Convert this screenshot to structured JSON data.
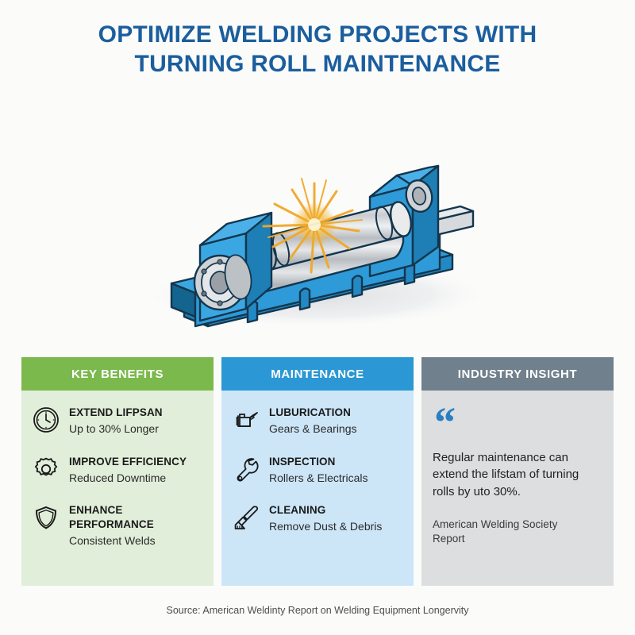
{
  "title": {
    "line1": "OPTIMIZE WELDING PROJECTS WITH",
    "line2": "TURNING ROLL MAINTENANCE",
    "color": "#1b5e9e"
  },
  "illustration": {
    "name": "turning-roll-machine-illustration",
    "body_color": "#2e9ad8",
    "body_dark_color": "#1d7fb5",
    "body_darkest_color": "#17658f",
    "roller_color": "#d8dadd",
    "spark_color": "#f0a82a",
    "outline_color": "#13364d",
    "shadow_color": "#e3e5e7"
  },
  "panels": [
    {
      "key": "key-benefits",
      "header": "KEY BENEFITS",
      "header_color": "#7cb94d",
      "body_color": "#e1eed9",
      "features": [
        {
          "icon": "clock-icon",
          "title": "EXTEND LIFPSAN",
          "subtitle": "Up to 30% Longer"
        },
        {
          "icon": "gear-icon",
          "title": "IMPROVE EFFICIENCY",
          "subtitle": "Reduced Downtime"
        },
        {
          "icon": "shield-icon",
          "title": "ENHANCE PERFORMANCE",
          "subtitle": "Consistent Welds"
        }
      ]
    },
    {
      "key": "maintenance",
      "header": "MAINTENANCE",
      "header_color": "#2b97d4",
      "body_color": "#cce6f8",
      "features": [
        {
          "icon": "oil-can-icon",
          "title": "LUBURICATION",
          "subtitle": "Gears & Bearings"
        },
        {
          "icon": "wrench-icon",
          "title": "INSPECTION",
          "subtitle": "Rollers & Electricals"
        },
        {
          "icon": "brush-icon",
          "title": "CLEANING",
          "subtitle": "Remove Dust & Debris"
        }
      ]
    },
    {
      "key": "industry-insight",
      "header": "INDUSTRY INSIGHT",
      "header_color": "#70808c",
      "body_color": "#dcdedf",
      "quote_mark": "“",
      "quote_mark_color": "#2b7fbf",
      "quote_text": "Regular maintenance can extend the lifstam of turning rolls by uto 30%.",
      "quote_attribution": "American Welding Society Report"
    }
  ],
  "footer": {
    "source": "Source: American Weldinty Report on Welding Equipment Longervity"
  }
}
